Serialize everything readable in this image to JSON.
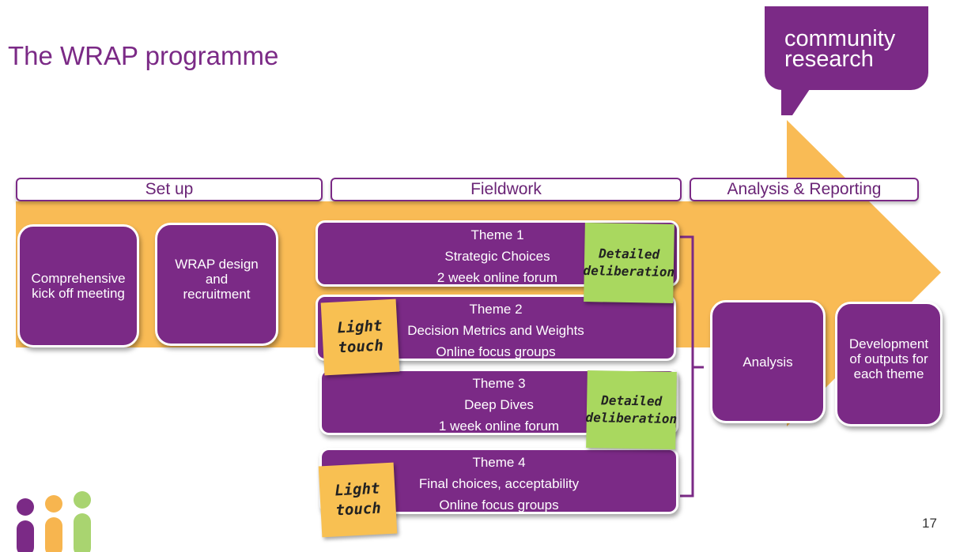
{
  "title": "The WRAP programme",
  "logo": {
    "line1": "community",
    "line2": "research",
    "color": "#7b2a86"
  },
  "phases": [
    "Set up",
    "Fieldwork",
    "Analysis & Reporting"
  ],
  "setup": [
    "Comprehensive kick off meeting",
    "WRAP design and recruitment"
  ],
  "themes": [
    {
      "name": "Theme 1",
      "topic": "Strategic Choices",
      "method": "2 week online forum"
    },
    {
      "name": "Theme 2",
      "topic": "Decision Metrics and Weights",
      "method": "Online focus groups"
    },
    {
      "name": "Theme 3",
      "topic": "Deep Dives",
      "method": "1 week online forum"
    },
    {
      "name": "Theme 4",
      "topic": "Final choices, acceptability",
      "method": "Online focus groups"
    }
  ],
  "notes": {
    "detailed_line1": "Detailed",
    "detailed_line2": "deliberation",
    "light_line1": "Light",
    "light_line2": "touch"
  },
  "analysis": [
    "Analysis",
    "Development of outputs for each theme"
  ],
  "page_number": "17",
  "colors": {
    "purple": "#7b2a86",
    "arrow": "#f9bb55",
    "green_note": "#a9d85f",
    "orange_note": "#f8c052"
  }
}
